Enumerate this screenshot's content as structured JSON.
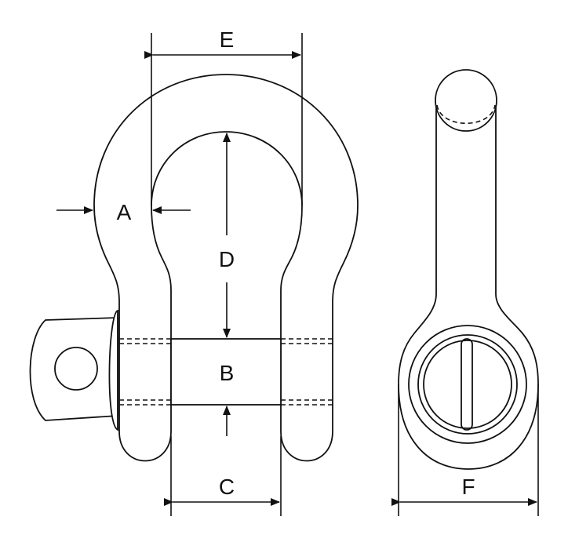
{
  "diagram": {
    "labels": {
      "a": "A",
      "b": "B",
      "c": "C",
      "d": "D",
      "e": "E",
      "f": "F"
    }
  }
}
